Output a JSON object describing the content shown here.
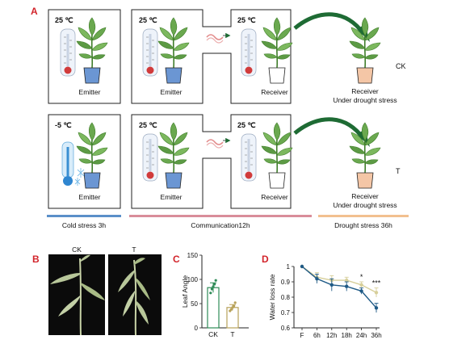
{
  "panel_letters": [
    "A",
    "B",
    "C",
    "D"
  ],
  "panelA": {
    "rows": [
      {
        "side_label": "CK",
        "boxes": [
          {
            "temp": "25 ℃",
            "caption": "Emitter"
          },
          {
            "temp": "25 ℃",
            "caption": "Emitter"
          },
          {
            "temp": "25 ℃",
            "caption": "Receiver"
          }
        ],
        "final_caption": [
          "Receiver",
          "Under drought stress"
        ]
      },
      {
        "side_label": "T",
        "boxes": [
          {
            "temp": "-5 ℃",
            "caption": "Emitter"
          },
          {
            "temp": "25 ℃",
            "caption": "Emitter"
          },
          {
            "temp": "25 ℃",
            "caption": "Receiver"
          }
        ],
        "final_caption": [
          "Receiver",
          "Under drought stress"
        ]
      }
    ],
    "stages": [
      {
        "label": "Cold stress 3h",
        "color": "#5b8fc9"
      },
      {
        "label": "Communication12h",
        "color": "#d98d9a"
      },
      {
        "label": "Drought stress 36h",
        "color": "#f2c08f"
      }
    ],
    "colors": {
      "emitter_pot": "#6b96d3",
      "receiver_pot": "#ffffff",
      "drought_pot": "#f4c6a6",
      "arrow": "#1e6b34",
      "wave": "#e28a8a",
      "leaf": "#6aa84f",
      "leaf_dark": "#3f7d2a"
    }
  },
  "panelB": {
    "labels": [
      "CK",
      "T"
    ]
  },
  "chart_data": [
    {
      "type": "bar",
      "panel": "C",
      "categories": [
        "CK",
        "T"
      ],
      "values": [
        83,
        42
      ],
      "errors": [
        10,
        6
      ],
      "points": [
        [
          72,
          80,
          85,
          90,
          98
        ],
        [
          35,
          38,
          42,
          45,
          52
        ]
      ],
      "ylabel": "Leaf Angle",
      "ylim": [
        0,
        150
      ],
      "yticks": [
        0,
        50,
        100,
        150
      ],
      "colors": [
        "#2e8b57",
        "#b8a25a"
      ]
    },
    {
      "type": "line",
      "panel": "D",
      "categories": [
        "F",
        "6h",
        "12h",
        "18h",
        "24h",
        "36h"
      ],
      "series": [
        {
          "values": [
            1.0,
            0.93,
            0.91,
            0.91,
            0.88,
            0.83
          ],
          "errors": [
            0,
            0.03,
            0.03,
            0.02,
            0.02,
            0.03
          ],
          "color": "#d7cf9a"
        },
        {
          "values": [
            1.0,
            0.92,
            0.88,
            0.87,
            0.84,
            0.73
          ],
          "errors": [
            0,
            0.03,
            0.04,
            0.03,
            0.02,
            0.03
          ],
          "color": "#1f5a86"
        }
      ],
      "ylabel": "Water loss rate",
      "ylim": [
        0.6,
        1.0
      ],
      "yticks": [
        0.6,
        0.7,
        0.8,
        0.9,
        1.0
      ],
      "annotations": [
        {
          "category": "24h",
          "text": "*"
        },
        {
          "category": "36h",
          "text": "***"
        }
      ]
    }
  ]
}
